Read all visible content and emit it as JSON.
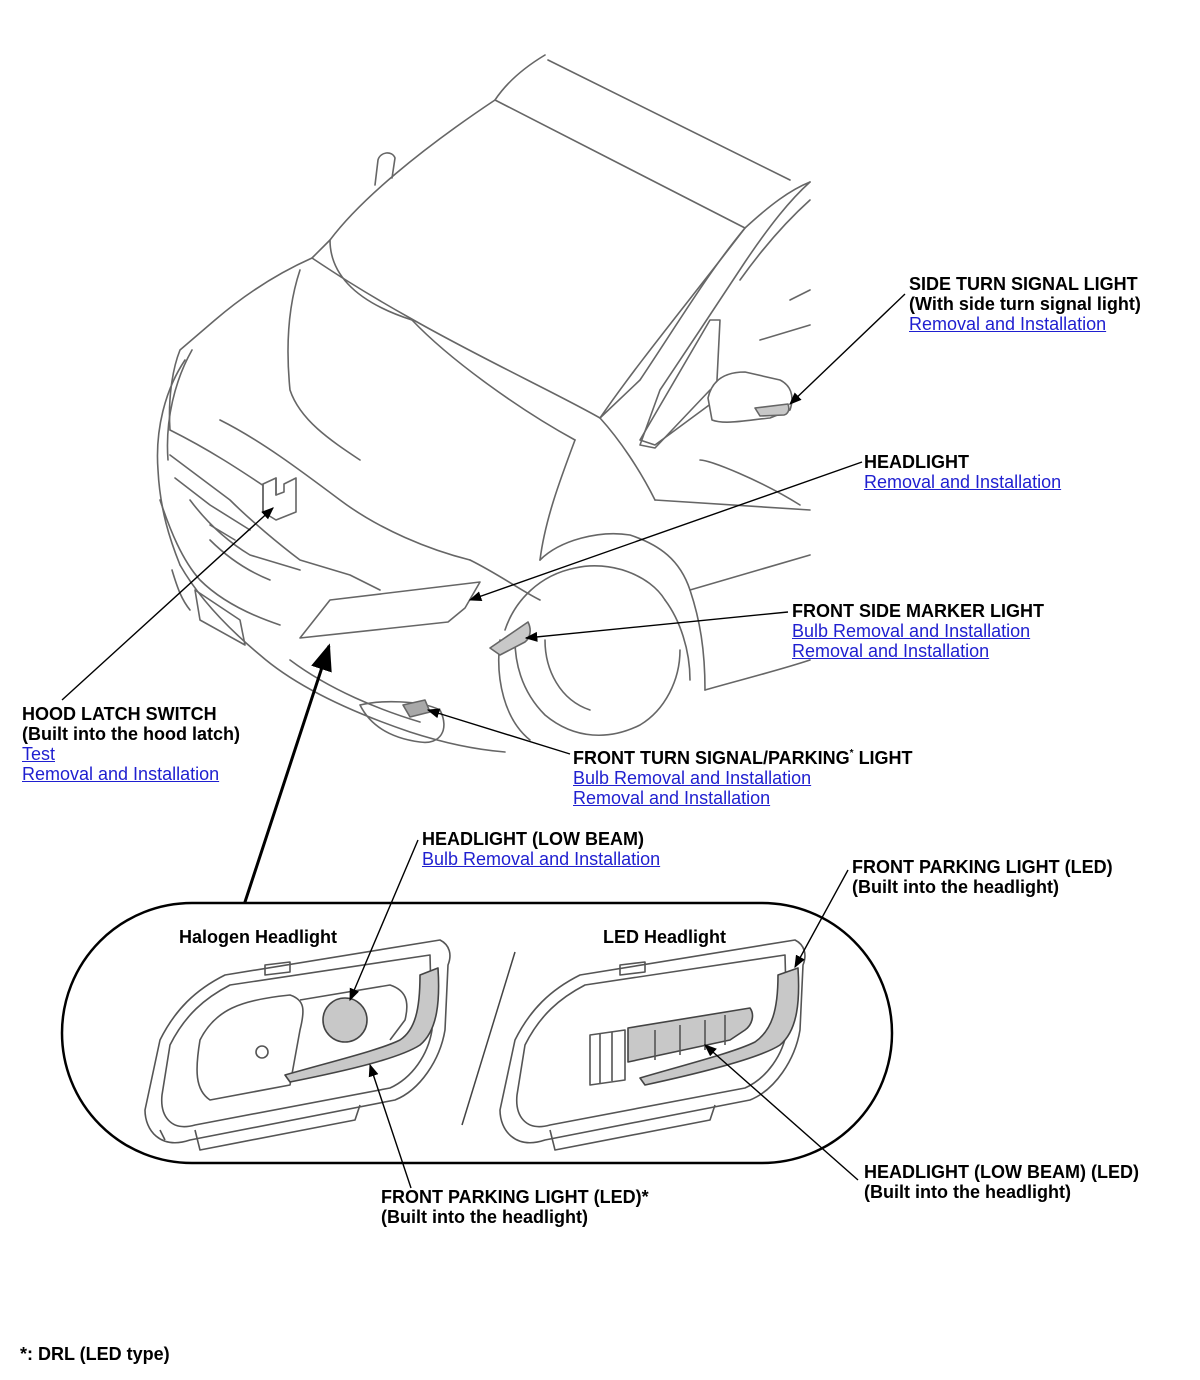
{
  "colors": {
    "link": "#1f1fd0",
    "highlight": "#c8c8c8",
    "outline": "#555555"
  },
  "callouts": {
    "side_turn_signal": {
      "title": "SIDE TURN SIGNAL LIGHT",
      "sub": "(With side turn signal light)",
      "links": [
        "Removal and Installation"
      ]
    },
    "headlight": {
      "title": "HEADLIGHT",
      "links": [
        "Removal and Installation"
      ]
    },
    "front_side_marker": {
      "title": "FRONT SIDE MARKER LIGHT",
      "links": [
        "Bulb Removal and Installation",
        "Removal and Installation"
      ]
    },
    "front_turn_signal": {
      "title_a": "FRONT TURN SIGNAL/PARKING",
      "title_mark": "*",
      "title_b": " LIGHT",
      "links": [
        "Bulb Removal and Installation",
        "Removal and Installation"
      ]
    },
    "hood_latch": {
      "title": "HOOD LATCH SWITCH",
      "sub": "(Built into the hood latch)",
      "links": [
        "Test",
        "Removal and Installation"
      ]
    },
    "headlight_low_beam": {
      "title": "HEADLIGHT (LOW BEAM)",
      "links": [
        "Bulb Removal and Installation"
      ]
    },
    "front_parking_led_right": {
      "title": "FRONT PARKING LIGHT (LED)",
      "sub": "(Built into the headlight)"
    },
    "headlight_low_beam_led": {
      "title": "HEADLIGHT (LOW BEAM) (LED)",
      "sub": "(Built into the headlight)"
    },
    "front_parking_led_left": {
      "title": "FRONT PARKING LIGHT (LED)*",
      "sub": "(Built into the headlight)"
    }
  },
  "panels": {
    "halogen_title": "Halogen Headlight",
    "led_title": "LED Headlight"
  },
  "footnote": "*: DRL (LED type)"
}
